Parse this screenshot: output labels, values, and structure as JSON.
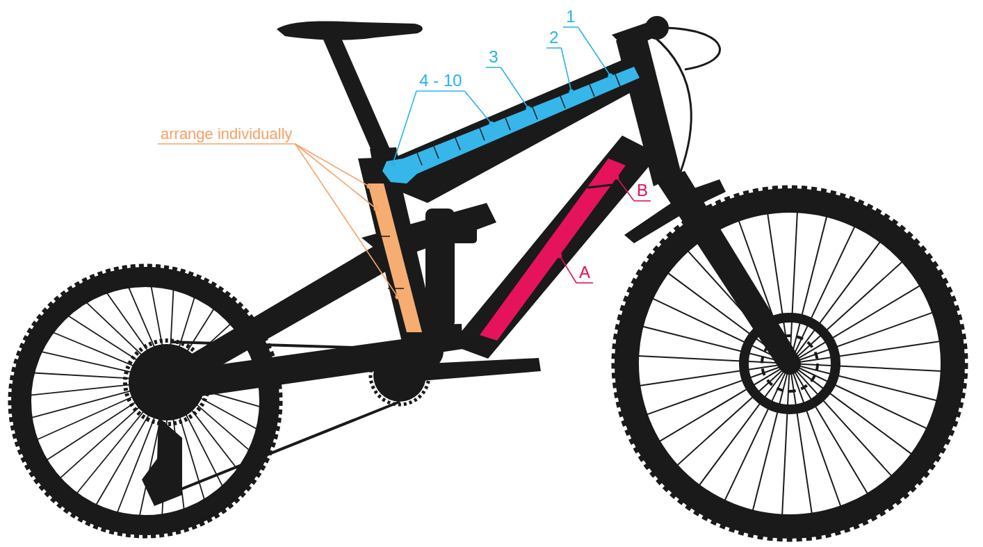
{
  "diagram": {
    "labels": [
      "1",
      "2",
      "3",
      "4 - 10",
      "arrange individually",
      "A",
      "B"
    ]
  }
}
